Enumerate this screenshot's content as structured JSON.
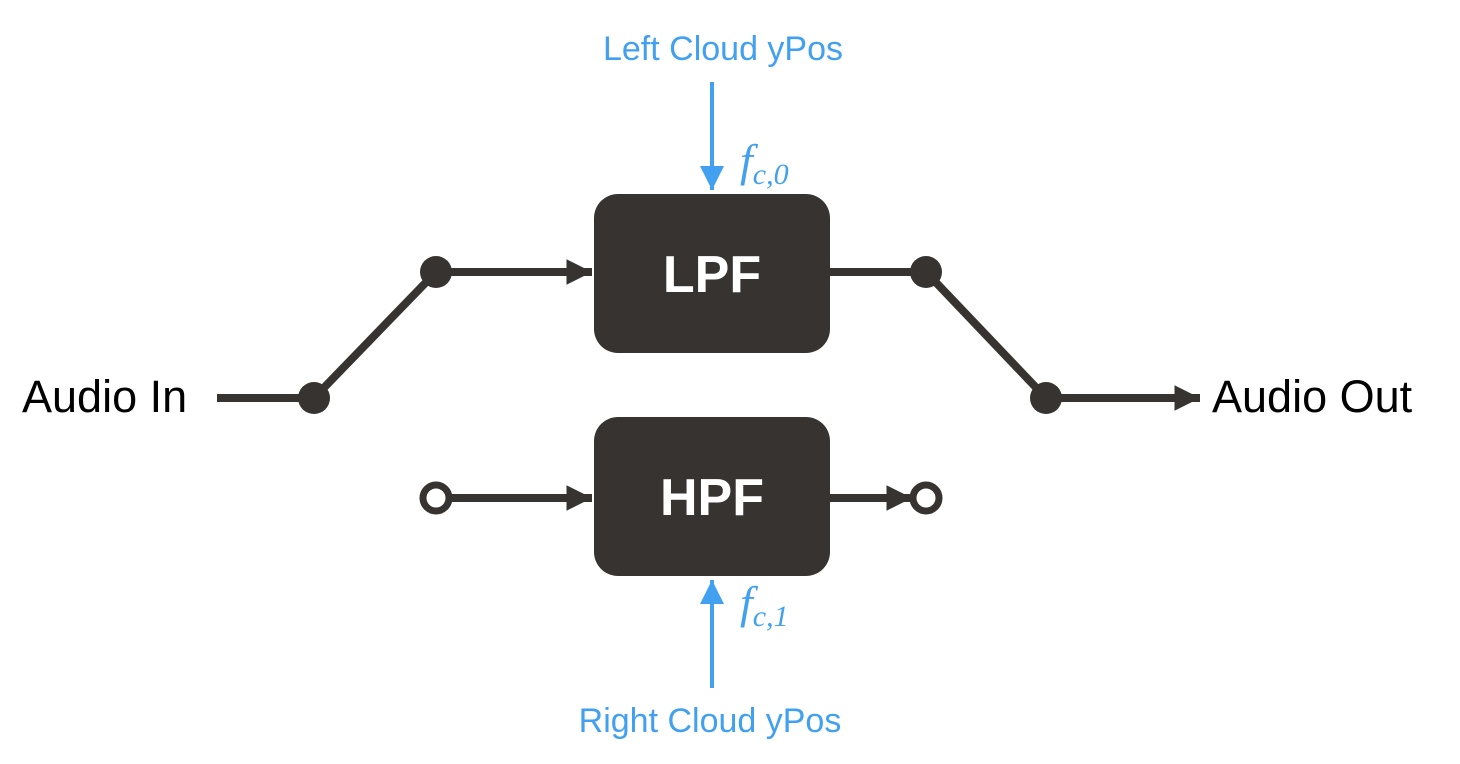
{
  "colors": {
    "ink": "#363330",
    "control": "#42a0f0",
    "block_text": "#ffffff",
    "io_text": "#000000",
    "background": "#ffffff"
  },
  "signals": {
    "input": "Audio In",
    "output": "Audio Out"
  },
  "blocks": {
    "lpf": "LPF",
    "hpf": "HPF"
  },
  "controls": {
    "left": {
      "label": "Left Cloud yPos",
      "symbol_base": "f",
      "symbol_sub": "c,0"
    },
    "right": {
      "label": "Right Cloud yPos",
      "symbol_base": "f",
      "symbol_sub": "c,1"
    }
  },
  "switches": {
    "active_path": "LPF"
  }
}
